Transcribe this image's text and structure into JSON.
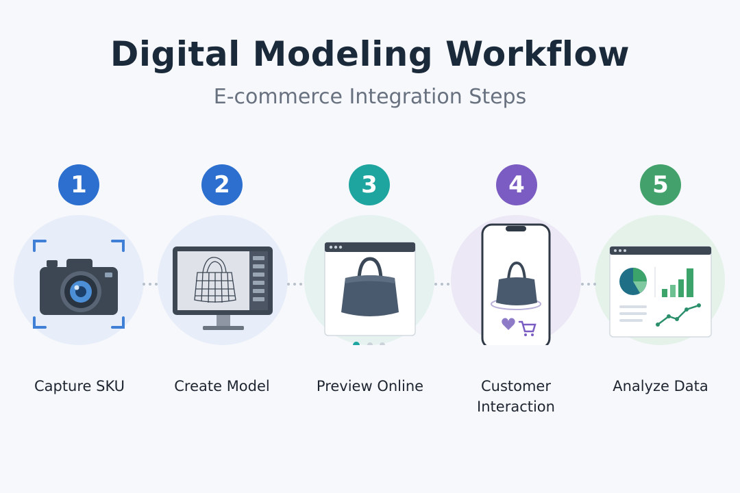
{
  "header": {
    "title": "Digital Modeling Workflow",
    "subtitle": "E-commerce Integration Steps"
  },
  "steps": [
    {
      "number": "1",
      "label": "Capture SKU",
      "color": "#2c6fcf",
      "icon": "camera-icon"
    },
    {
      "number": "2",
      "label": "Create Model",
      "color": "#2c6fcf",
      "icon": "monitor-wireframe-icon"
    },
    {
      "number": "3",
      "label": "Preview Online",
      "color": "#1fa5a0",
      "icon": "browser-bag-icon"
    },
    {
      "number": "4",
      "label": "Customer Interaction",
      "color": "#7a5cc2",
      "icon": "phone-bag-icon"
    },
    {
      "number": "5",
      "label": "Analyze Data",
      "color": "#43a26b",
      "icon": "dashboard-chart-icon"
    }
  ]
}
